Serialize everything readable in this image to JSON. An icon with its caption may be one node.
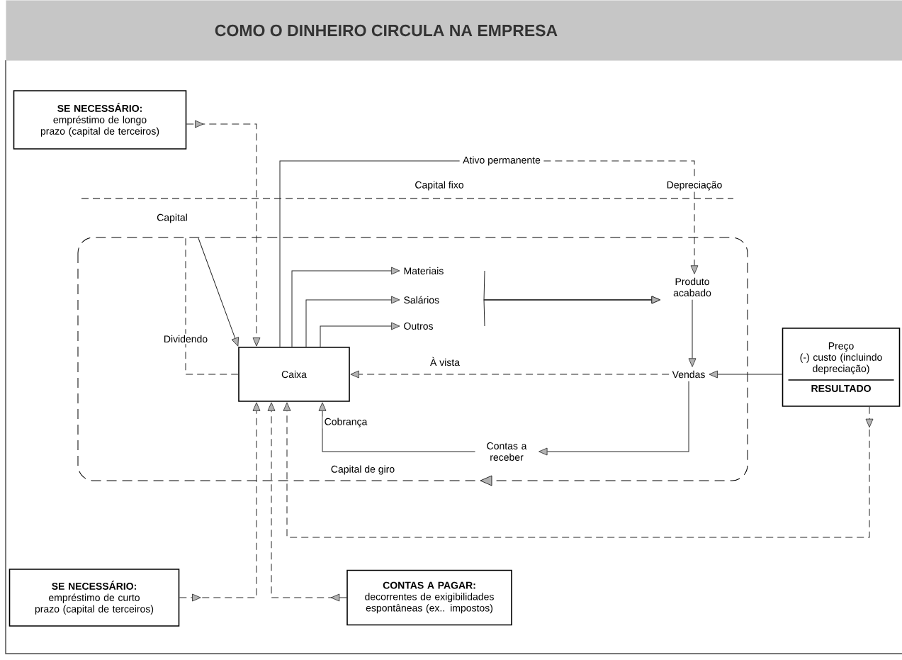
{
  "diagram": {
    "title": "COMO O DINHEIRO CIRCULA NA EMPRESA",
    "nodes": [
      {
        "text": [
          "SE NECESSÁRIO:",
          "empréstimo de longo prazo (capital de terceiros)"
        ]
      },
      {
        "text": [
          "Ativo permanente"
        ]
      },
      {
        "text": [
          "Materiais"
        ]
      },
      {
        "text": [
          "Produto acabado"
        ]
      },
      {
        "text": [
          "Salários"
        ]
      },
      {
        "text": [
          "Outros"
        ]
      },
      {
        "text": [
          "Preço",
          "(-) custo (incluindo depreciação)",
          "RESULTADO"
        ]
      },
      {
        "text": [
          "Caixa"
        ]
      },
      {
        "text": [
          "Vendas"
        ]
      },
      {
        "text": [
          "Contas a receber"
        ]
      },
      {
        "text": [
          "SE NECESSÁRIO:",
          "empréstimo de curto prazo (capital de terceiros)"
        ]
      },
      {
        "text": [
          "CONTAS A PAGAR:",
          "decorrentes de exigibilidades espontâneas (ex.. impostos)"
        ]
      }
    ],
    "edges": [
      {
        "from": 0,
        "to": 7,
        "arrow": "to",
        "style": "dashed"
      },
      {
        "from": null,
        "to": 7,
        "arrow": "to"
      },
      {
        "from": 7,
        "to": null,
        "arrow": "none",
        "style": "dashed",
        "label": "Dividendo"
      },
      {
        "from": 7,
        "to": 2,
        "arrow": "to"
      },
      {
        "from": 7,
        "to": 4,
        "arrow": "to"
      },
      {
        "from": 7,
        "to": 5,
        "arrow": "to"
      },
      {
        "from": 2,
        "to": 3,
        "arrow": "to"
      },
      {
        "from": 4,
        "to": 3,
        "arrow": "to"
      },
      {
        "from": 5,
        "to": 3,
        "arrow": "to"
      },
      {
        "from": 7,
        "to": 1,
        "arrow": "none"
      },
      {
        "from": 1,
        "to": 3,
        "arrow": "to",
        "style": "dashed",
        "label": "Depreciação"
      },
      {
        "from": 3,
        "to": 8,
        "arrow": "to"
      },
      {
        "from": 8,
        "to": 7,
        "arrow": "to",
        "style": "dashed",
        "label": "À vista"
      },
      {
        "from": 8,
        "to": 9,
        "arrow": "to"
      },
      {
        "from": 9,
        "to": 7,
        "arrow": "to",
        "label": "Cobrança"
      },
      {
        "from": 6,
        "to": 8,
        "arrow": "to"
      },
      {
        "from": 6,
        "to": 7,
        "arrow": "to",
        "style": "dashed"
      },
      {
        "from": 10,
        "to": 7,
        "arrow": "to",
        "style": "dashed"
      },
      {
        "from": 11,
        "to": 7,
        "arrow": "to",
        "style": "dashed"
      }
    ],
    "labels": [
      "Capital fixo",
      "Capital",
      "Capital de giro"
    ]
  }
}
